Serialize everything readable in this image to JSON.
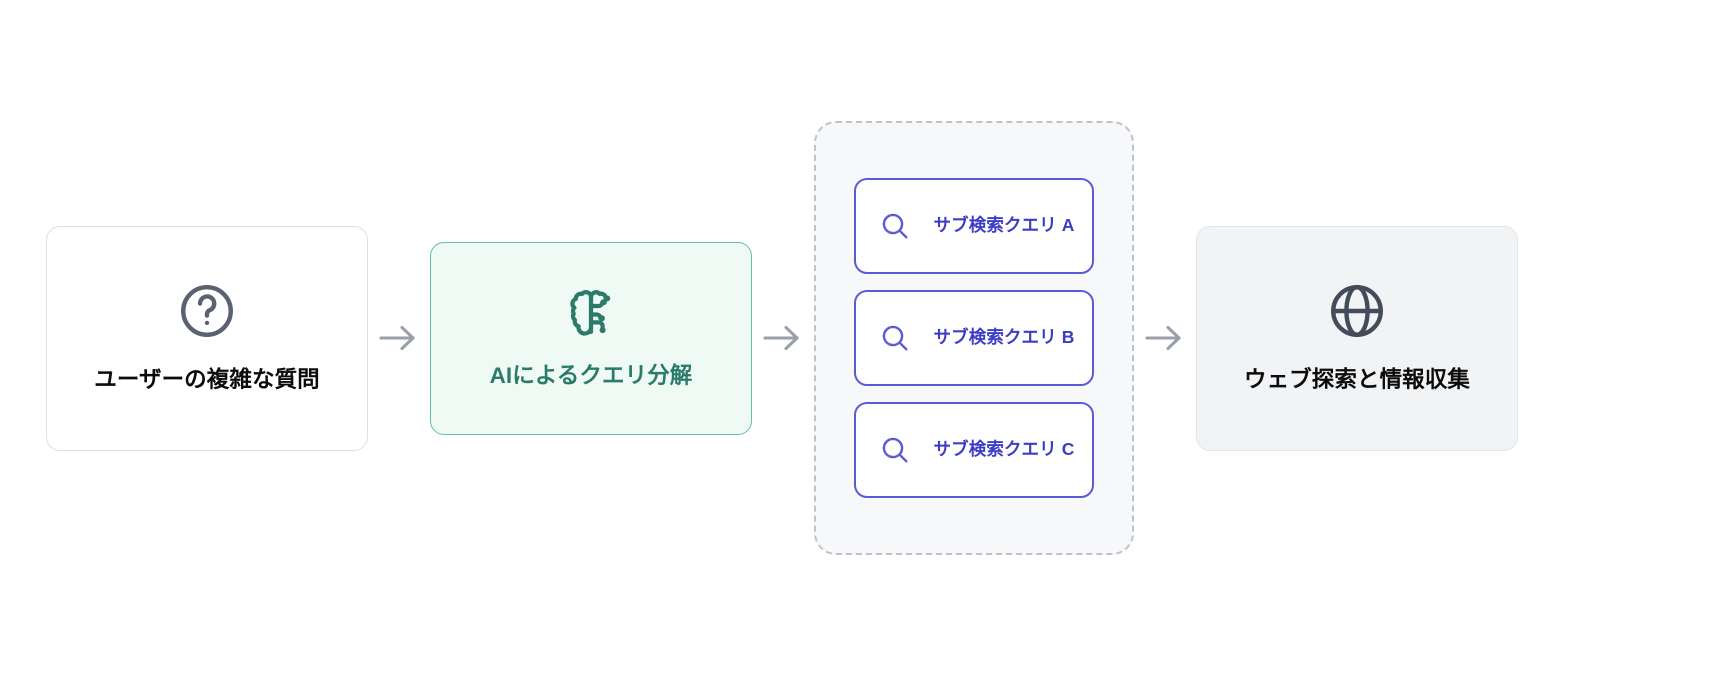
{
  "diagram": {
    "title": "AI query decomposition flow",
    "background": "#FFFFFF",
    "nodes": [
      {
        "id": "user-question",
        "icon": "question-circle-icon",
        "label": "ユーザーの複雑な質問",
        "fill": "#FFFFFF",
        "border": "#DDDFE3",
        "text_color": "#0B0B0C",
        "icon_color": "#5A6172"
      },
      {
        "id": "ai-decomposition",
        "icon": "brain-circuit-icon",
        "label": "AIによるクエリ分解",
        "fill": "#EFFAF5",
        "border": "#67BFA6",
        "text_color": "#2C7A68",
        "icon_color": "#2C7A68"
      },
      {
        "id": "web-exploration",
        "icon": "globe-icon",
        "label": "ウェブ探索と情報収集",
        "fill": "#F1F3F5",
        "border": "#E2E5E9",
        "text_color": "#0B0B0C",
        "icon_color": "#444C5A"
      }
    ],
    "subquery_group": {
      "border": "#BFC3C9",
      "fill": "#F7F8FA",
      "border_style": "dashed",
      "items": [
        {
          "id": "sub-query-a",
          "icon": "search-icon",
          "label": "サブ検索クエリ A"
        },
        {
          "id": "sub-query-b",
          "icon": "search-icon",
          "label": "サブ検索クエリ B"
        },
        {
          "id": "sub-query-c",
          "icon": "search-icon",
          "label": "サブ検索クエリ C"
        }
      ],
      "accent_color": "#5B5BD6",
      "text_color": "#3D3DC4"
    },
    "arrows": [
      {
        "id": "arrow-1",
        "icon": "arrow-right-icon",
        "color": "#9AA0A9"
      },
      {
        "id": "arrow-2",
        "icon": "arrow-right-icon",
        "color": "#9AA0A9"
      },
      {
        "id": "arrow-3",
        "icon": "arrow-right-icon",
        "color": "#9AA0A9"
      }
    ]
  }
}
